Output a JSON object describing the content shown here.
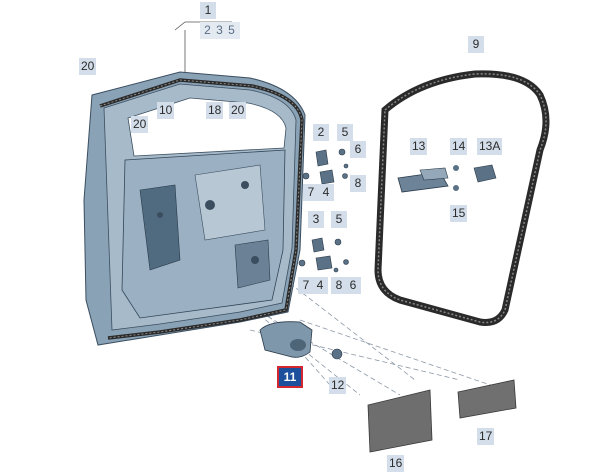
{
  "labels": {
    "p1": "1",
    "p1sub": "2 3 5",
    "p9": "9",
    "p20a": "20",
    "p20b": "20",
    "p20c": "20",
    "p10": "10",
    "p18": "18",
    "p2": "2",
    "p5a": "5",
    "p6a": "6",
    "p7a": "7",
    "p4a": "4",
    "p8a": "8",
    "p3": "3",
    "p5b": "5",
    "p7b": "7",
    "p4b": "4",
    "p8b": "8",
    "p6b": "6",
    "p13": "13",
    "p14": "14",
    "p13A": "13A",
    "p15": "15",
    "p11": "11",
    "p12": "12",
    "p16": "16",
    "p17": "17"
  },
  "highlighted_part": "11",
  "colors": {
    "callout_bg": "#d3deea",
    "highlight_bg": "#1c4f9c",
    "highlight_border": "#d2272e",
    "door_fill": "#8aa2b6",
    "seal": "#2a2a2a"
  }
}
